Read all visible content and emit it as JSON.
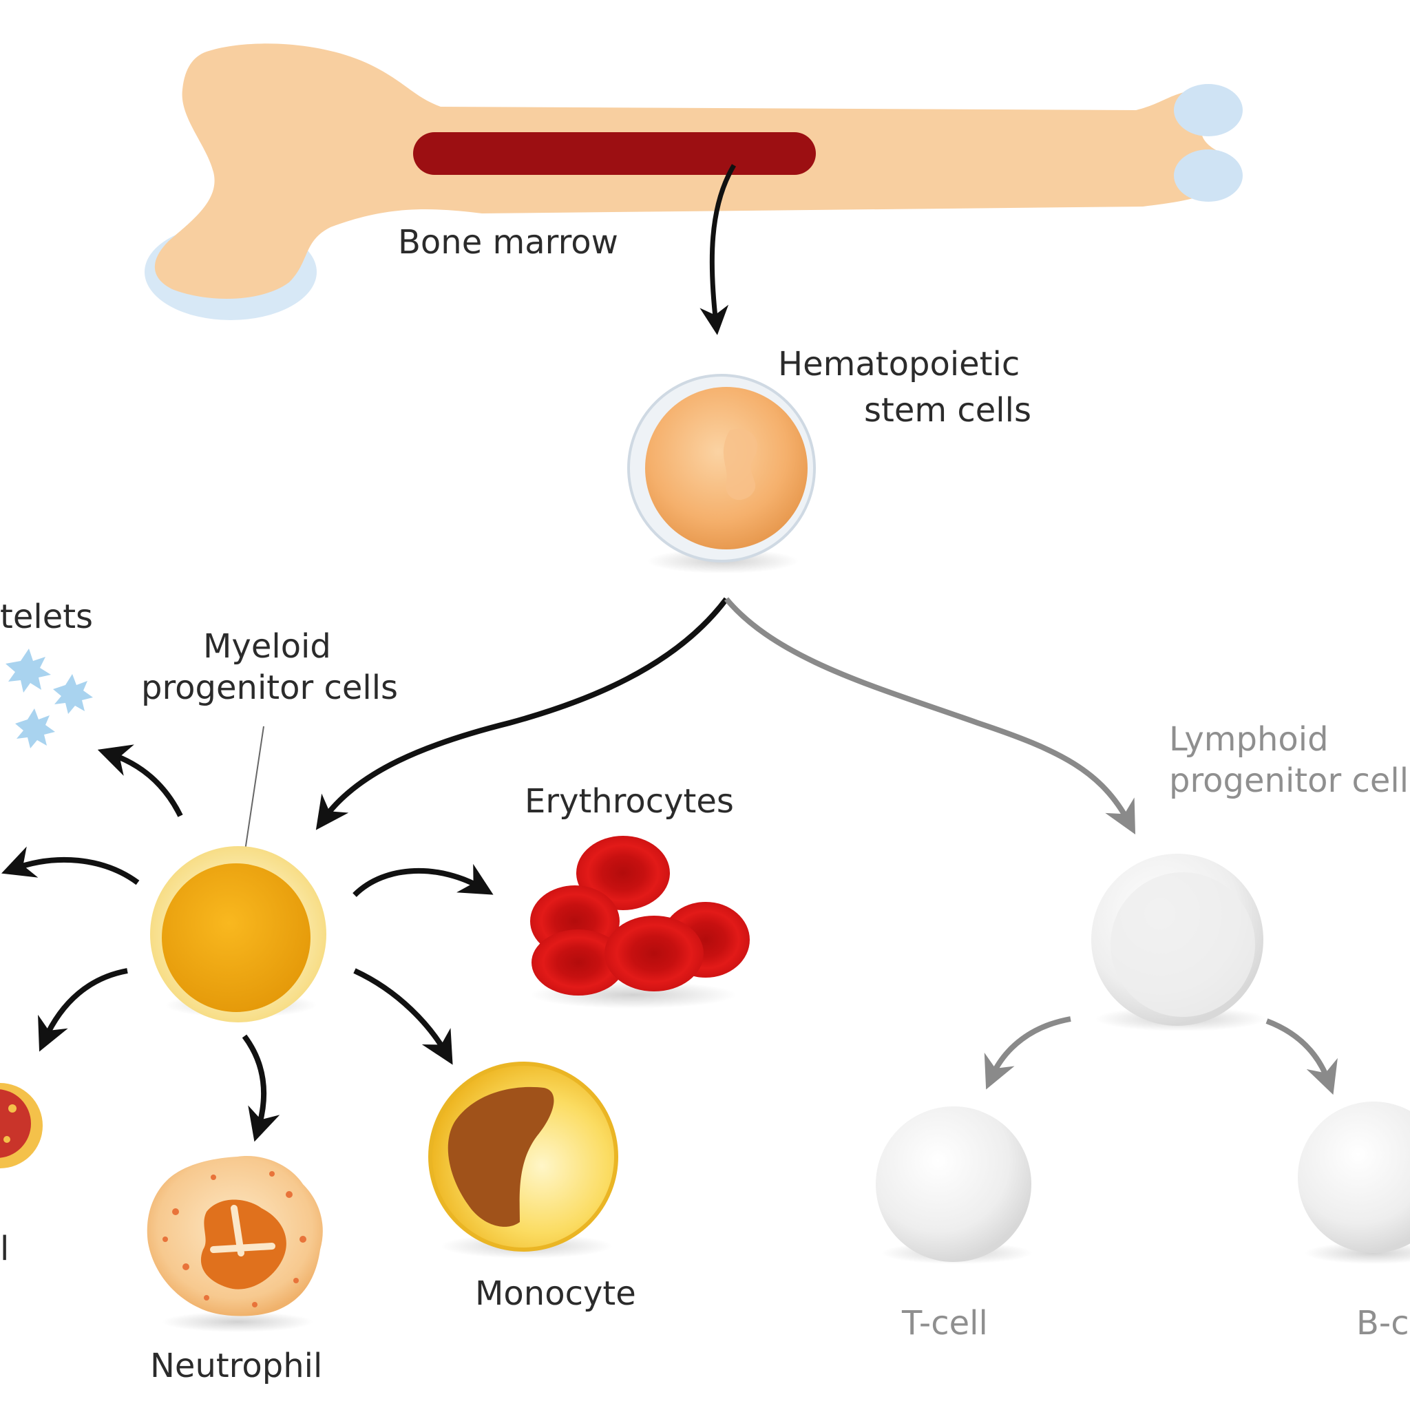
{
  "labels": {
    "bone_marrow": "Bone marrow",
    "hsc_line1": "Hematopoietic",
    "hsc_line2": "stem cells",
    "myeloid_line1": "Myeloid",
    "myeloid_line2": "progenitor cells",
    "platelets": "telets",
    "erythrocytes": "Erythrocytes",
    "lymphoid_line1": "Lymphoid",
    "lymphoid_line2": "progenitor cell",
    "left_cut": "l",
    "neutrophil": "Neutrophil",
    "monocyte": "Monocyte",
    "tcell": "T-cell",
    "bcell": "B-c"
  },
  "colors": {
    "bone": "#f8cfa0",
    "marrow": "#9c0f12",
    "cartilage": "#cfe3f4",
    "myeloid": "#f5a818",
    "erythrocyte": "#d51512",
    "lymphoid": "#ececec",
    "arrow_dark": "#111111",
    "arrow_grey": "#8a8a8a"
  }
}
